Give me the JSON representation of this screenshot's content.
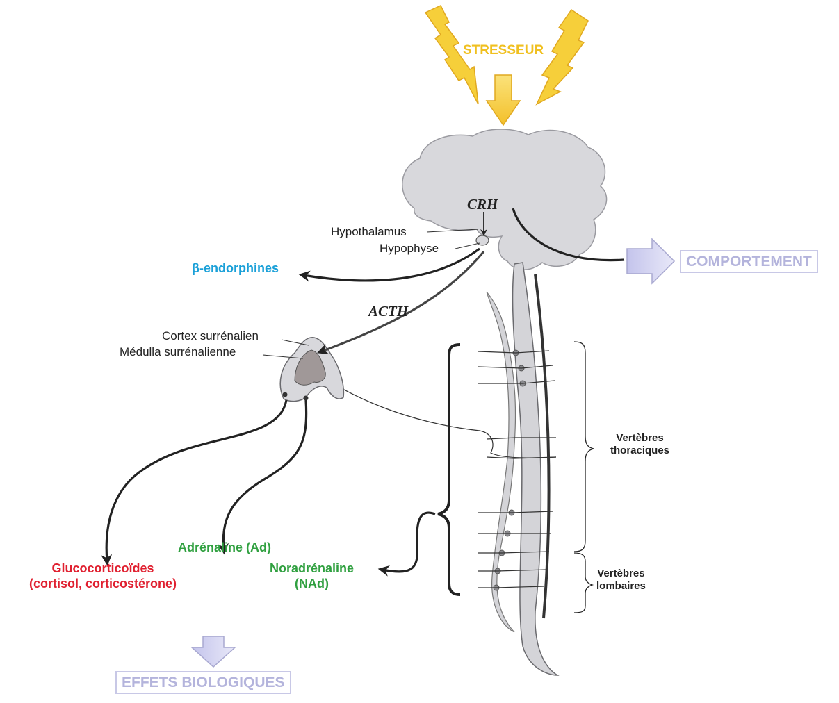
{
  "labels": {
    "stresseur": "STRESSEUR",
    "crh": "CRH",
    "hypothalamus": "Hypothalamus",
    "hypophyse": "Hypophyse",
    "beta_endorphines": "β-endorphines",
    "acth": "ACTH",
    "comportement": "COMPORTEMENT",
    "cortex": "Cortex surrénalien",
    "medulla": "Médulla surrénalienne",
    "glucocorticoides_line1": "Glucocorticoïdes",
    "glucocorticoides_line2": "(cortisol, corticostérone)",
    "adrenaline": "Adrénaline (Ad)",
    "noradrenaline_line1": "Noradrénaline",
    "noradrenaline_line2": "(NAd)",
    "vertebres_thoraciques_line1": "Vertèbres",
    "vertebres_thoraciques_line2": "thoraciques",
    "vertebres_lombaires_line1": "Vertèbres",
    "vertebres_lombaires_line2": "lombaires",
    "effets_biologiques": "EFFETS BIOLOGIQUES"
  },
  "colors": {
    "stresseur": "#f0c020",
    "lightning_fill": "#f8d040",
    "beta_endorphines": "#1aa0d8",
    "glucocorticoides": "#e02030",
    "catecholamines": "#30a040",
    "output_box": "#b4b4dc",
    "brain": "#d8d8dc",
    "adrenal": "#d8d8dc",
    "medulla": "#a09898"
  }
}
